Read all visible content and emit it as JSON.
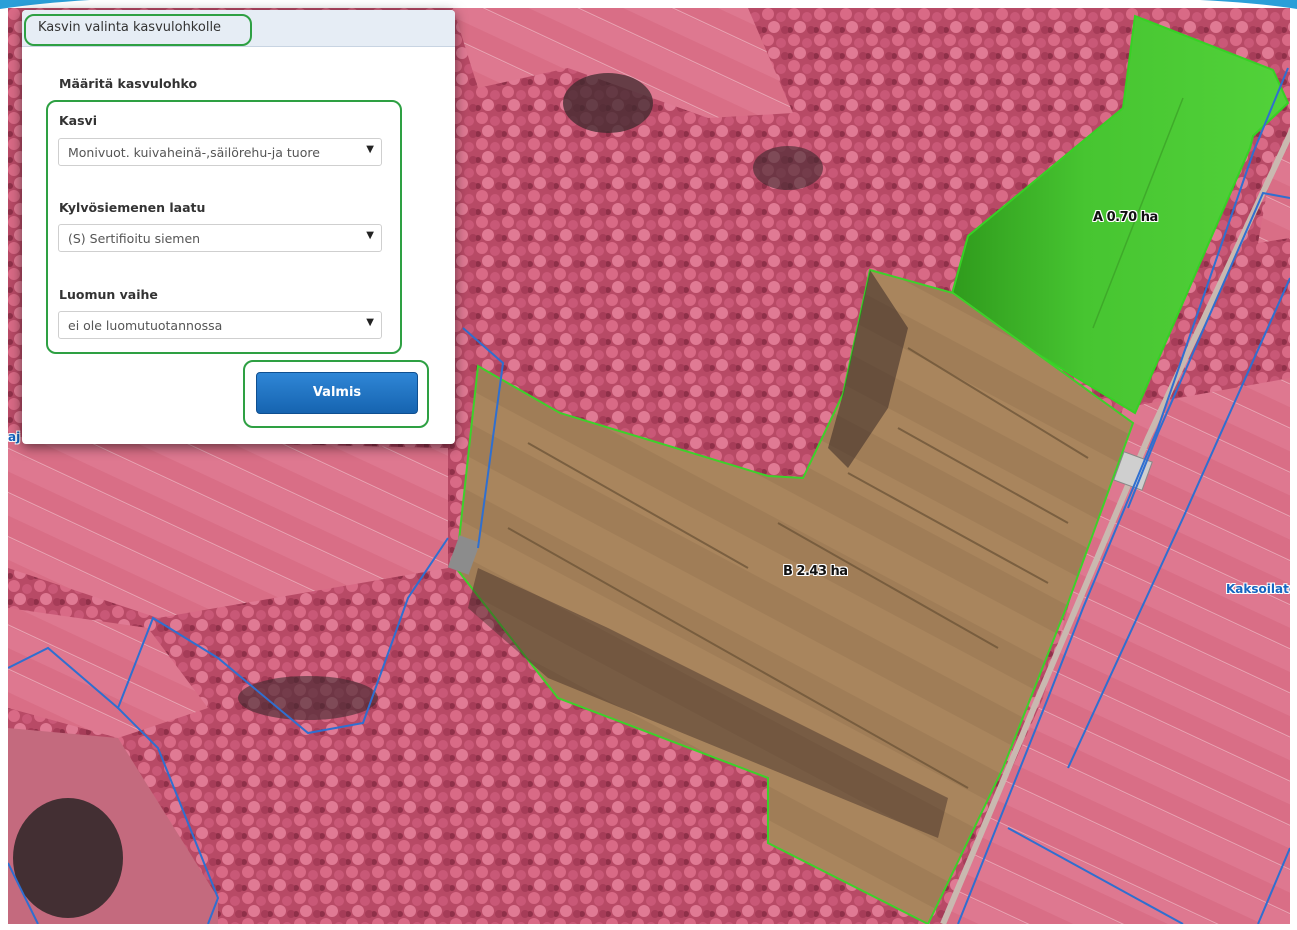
{
  "dialog": {
    "title": "Kasvin valinta kasvulohkolle",
    "section_heading": "Määritä kasvulohko",
    "fields": [
      {
        "label": "Kasvi",
        "value": "Monivuot. kuivaheinä-,säilörehu-ja tuore"
      },
      {
        "label": "Kylvösiemenen laatu",
        "value": "(S) Sertifioitu siemen"
      },
      {
        "label": "Luomun vaihe",
        "value": "ei ole luomutuotannossa"
      }
    ],
    "done_label": "Valmis",
    "dropdown_arrow": "▼"
  },
  "map": {
    "parcels": [
      {
        "label": "A 0.70 ha",
        "fill": "#3fbf2a"
      },
      {
        "label": "B 2.43 ha",
        "fill": "#9a7650"
      }
    ],
    "place_labels": [
      "Kaksoilato",
      "aj"
    ]
  },
  "colors": {
    "highlight": "#2ea043",
    "button": "#1a6cc0",
    "boundary": "#2f6fd0",
    "infrared_vegetation": "#c0506c"
  }
}
